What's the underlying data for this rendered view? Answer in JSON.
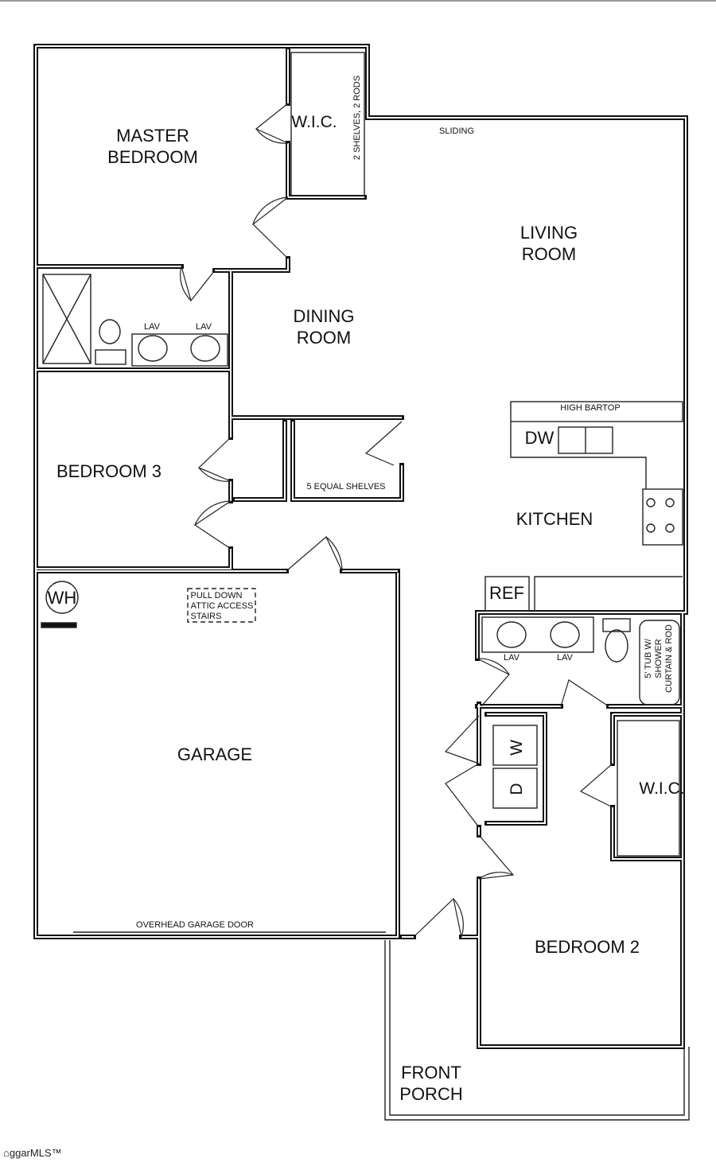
{
  "rooms": {
    "master_bedroom": [
      "MASTER",
      "BEDROOM"
    ],
    "master_wic": "W.I.C.",
    "wic_shelves": "2 SHELVES, 2 RODS",
    "sliding": "SLIDING",
    "living_room": [
      "LIVING",
      "ROOM"
    ],
    "dining_room": [
      "DINING",
      "ROOM"
    ],
    "master_lav_1": "LAV",
    "master_lav_2": "LAV",
    "bedroom_3": "BEDROOM 3",
    "high_bartop": "HIGH BARTOP",
    "dw": "DW",
    "pantry_shelves": "5 EQUAL SHELVES",
    "kitchen": "KITCHEN",
    "wh": "WH",
    "attic": [
      "PULL DOWN",
      "ATTIC ACCESS",
      "STAIRS"
    ],
    "ref": "REF",
    "hall_lav_1": "LAV",
    "hall_lav_2": "LAV",
    "tub": [
      "5' TUB W/",
      "SHOWER",
      "CURTAIN & ROD"
    ],
    "washer": "W",
    "dryer": "D",
    "bedroom2_wic": "W.I.C.",
    "garage": "GARAGE",
    "garage_door": "OVERHEAD GARAGE DOOR",
    "bedroom_2": "BEDROOM 2",
    "front_porch": [
      "FRONT",
      "PORCH"
    ]
  },
  "watermark": "ggarMLS™"
}
